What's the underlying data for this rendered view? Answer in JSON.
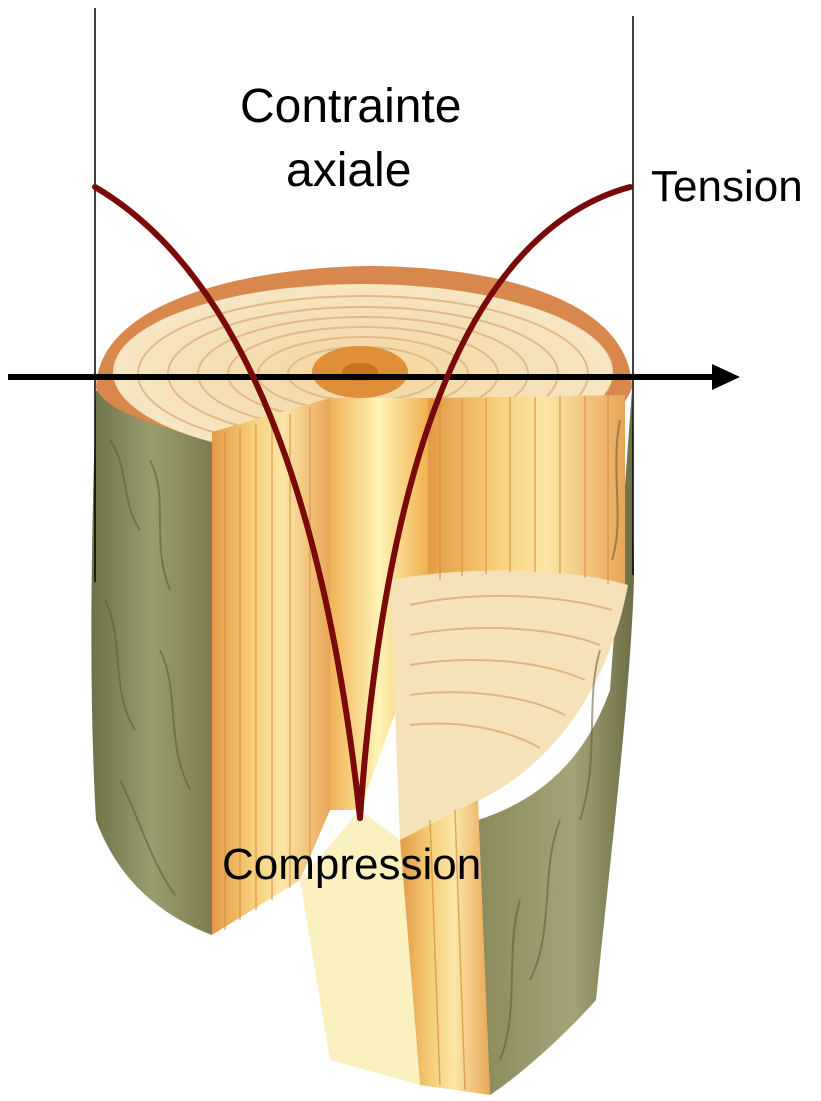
{
  "diagram": {
    "title_line1": "Contrainte",
    "title_line2": "axiale",
    "tension_label": "Tension",
    "compression_label": "Compression"
  },
  "colors": {
    "stress_curve": "#7a0a0a",
    "axis_arrow": "#000000",
    "guide_lines": "#000000",
    "bark": "#8b8f5a",
    "sapwood": "#f2c46a",
    "heartwood_rays": "#e0953a",
    "end_grain": "#f6e3b8"
  }
}
